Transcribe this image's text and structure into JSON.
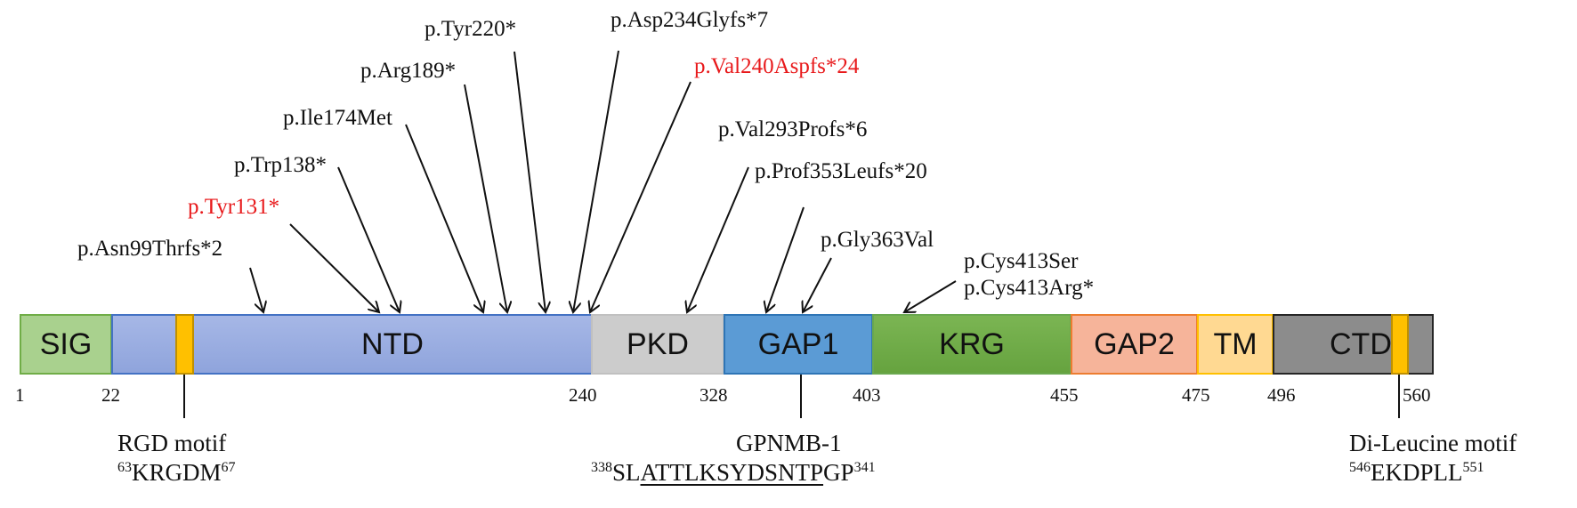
{
  "domains": [
    {
      "label": "SIG",
      "start": 1,
      "end": 22,
      "color": "#a9d18e",
      "border": "#70ad47"
    },
    {
      "label": "",
      "start": 22,
      "end": 63,
      "color": "#9aaee0",
      "border": "#4472c4"
    },
    {
      "label": "NTD",
      "start": 63,
      "end": 240,
      "color": "#9aaee0",
      "border": "#4472c4"
    },
    {
      "label": "PKD",
      "start": 240,
      "end": 328,
      "color": "#c9c9c9",
      "border": "#bfbfbf"
    },
    {
      "label": "GAP1",
      "start": 328,
      "end": 403,
      "color": "#5b9bd5",
      "border": "#2e75b6"
    },
    {
      "label": "KRG",
      "start": 403,
      "end": 455,
      "color": "#70ad47",
      "border": "#70ad47"
    },
    {
      "label": "GAP2",
      "start": 455,
      "end": 475,
      "color": "#f4b183",
      "border": "#ed7d31"
    },
    {
      "label": "TM",
      "start": 475,
      "end": 496,
      "color": "#ffd992",
      "border": "#ffc000"
    },
    {
      "label": "CTD",
      "start": 496,
      "end": 560,
      "color": "#8c8c8c",
      "border": "#262626"
    }
  ],
  "positions": [
    "1",
    "22",
    "240",
    "328",
    "403",
    "455",
    "475",
    "496",
    "560"
  ],
  "mutations": [
    {
      "label": "p.Asn99Thrfs*2",
      "highlight": false
    },
    {
      "label": "p.Tyr131*",
      "highlight": true
    },
    {
      "label": "p.Trp138*",
      "highlight": false
    },
    {
      "label": "p.Ile174Met",
      "highlight": false
    },
    {
      "label": "p.Arg189*",
      "highlight": false
    },
    {
      "label": "p.Tyr220*",
      "highlight": false
    },
    {
      "label": "p.Asp234Glyfs*7",
      "highlight": false
    },
    {
      "label": "p.Val240Aspfs*24",
      "highlight": true
    },
    {
      "label": "p.Val293Profs*6",
      "highlight": false
    },
    {
      "label": "p.Prof353Leufs*20",
      "highlight": false
    },
    {
      "label": "p.Gly363Val",
      "highlight": false
    },
    {
      "label": "p.Cys413Ser",
      "highlight": false
    },
    {
      "label": "p.Cys413Arg*",
      "highlight": false
    }
  ],
  "motifs": {
    "rgd": {
      "title": "RGD motif",
      "start_sup": "63",
      "seq": "KRGDM",
      "end_sup": "67"
    },
    "gpnmb": {
      "title": "GPNMB-1",
      "start_sup": "338",
      "seq_pre": "SL",
      "seq_ul": "ATTLKSYDSNTP",
      "seq_post": "GP",
      "end_sup": "341"
    },
    "dileu": {
      "title": "Di-Leucine motif",
      "start_sup": "546",
      "seq": "EKDPLL",
      "end_sup": "551"
    }
  },
  "colors": {
    "highlight": "#e8191b",
    "motif_marker": "#ffc000",
    "motif_marker_border": "#bf9000"
  }
}
